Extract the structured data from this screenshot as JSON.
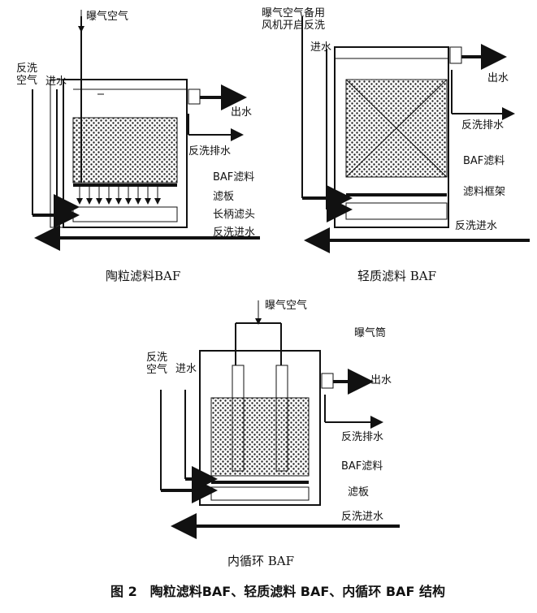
{
  "figure": {
    "caption": "图 2　陶粒滤料BAF、轻质滤料 BAF、内循环 BAF 结构"
  },
  "panel_a": {
    "subtitle": "陶粒滤料BAF",
    "labels": {
      "aeration_air": "曝气空气",
      "backwash_air": "反洗\n空气",
      "inflow": "进水",
      "outflow": "出水",
      "backwash_drain": "反洗排水",
      "media": "BAF滤料",
      "plate": "滤板",
      "nozzle": "长柄滤头",
      "backwash_inflow": "反洗进水"
    }
  },
  "panel_b": {
    "subtitle": "轻质滤料 BAF",
    "labels": {
      "aeration_top": "曝气空气备用\n风机开启反洗",
      "inflow": "进水",
      "outflow": "出水",
      "backwash_drain": "反洗排水",
      "media": "BAF滤料",
      "frame": "滤料框架",
      "backwash_inflow": "反洗进水"
    }
  },
  "panel_c": {
    "subtitle": "内循环 BAF",
    "labels": {
      "aeration_air": "曝气空气",
      "aeration_tube": "曝气筒",
      "backwash_air": "反洗\n空气",
      "inflow": "进水",
      "outflow": "出水",
      "backwash_drain": "反洗排水",
      "media": "BAF滤料",
      "plate": "滤板",
      "backwash_inflow": "反洗进水"
    }
  }
}
